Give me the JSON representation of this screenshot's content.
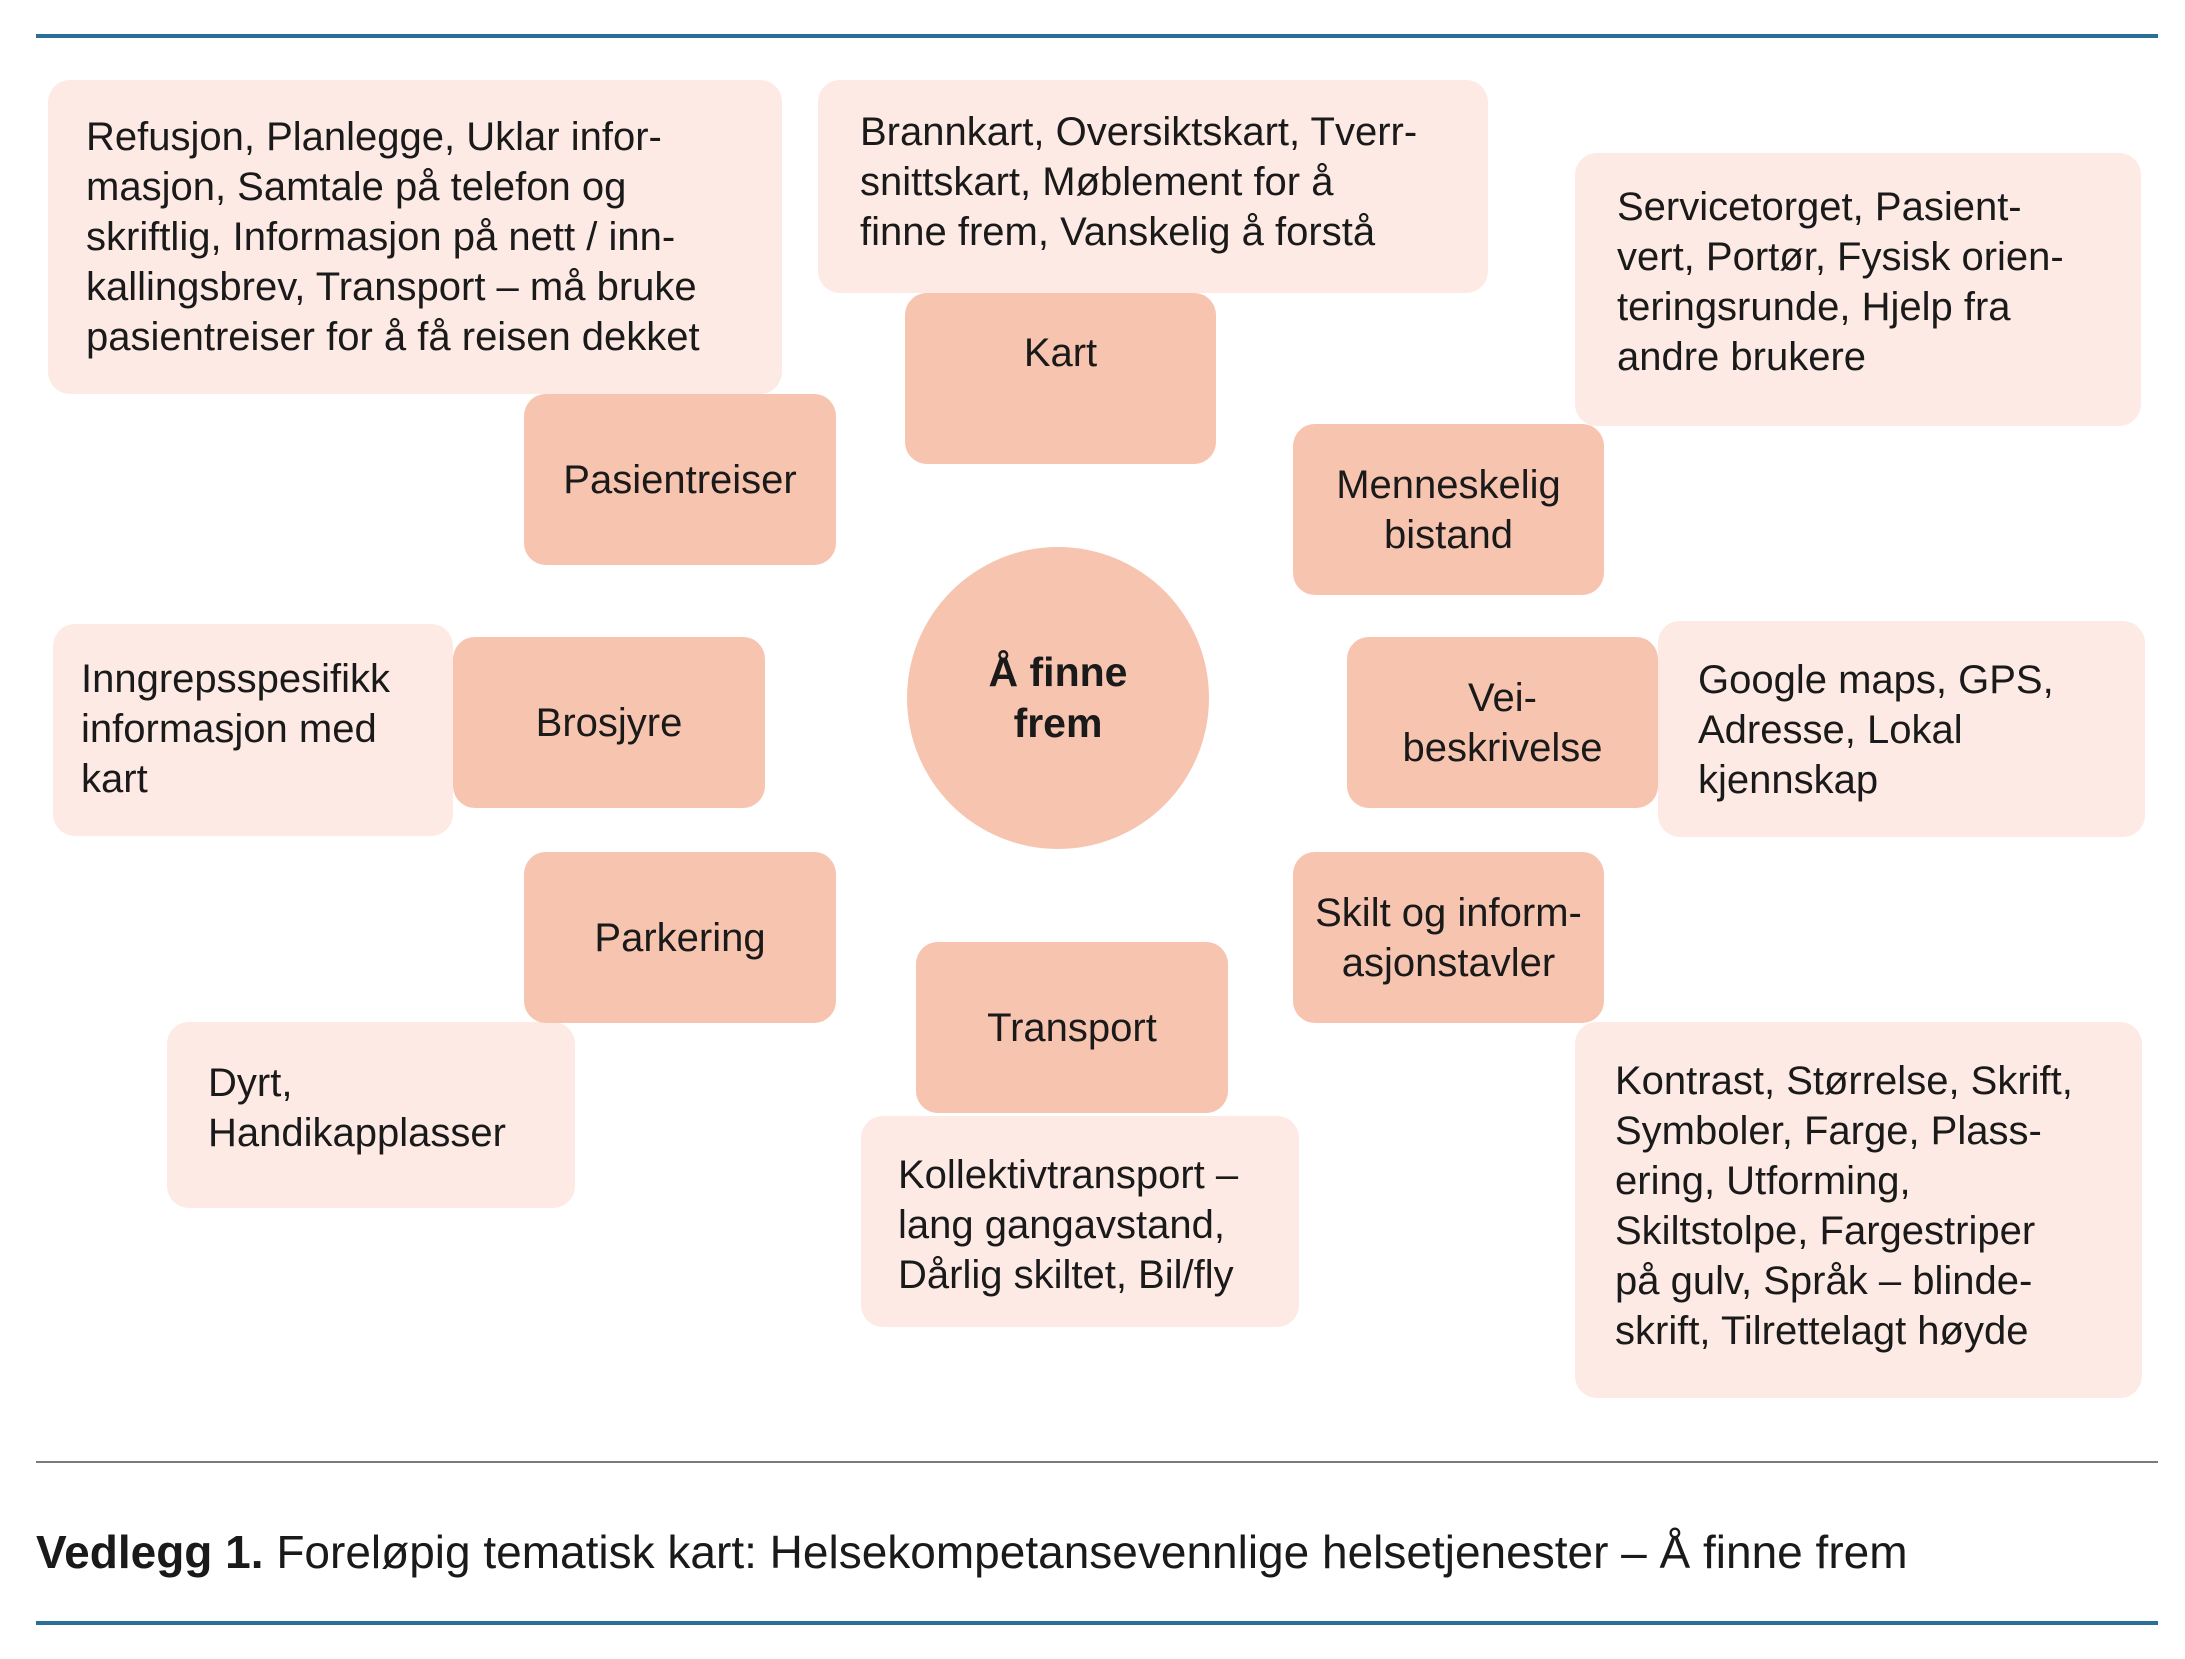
{
  "center": {
    "label": "Å finne\nfrem"
  },
  "themes": {
    "kart": "Kart",
    "pasientreiser": "Pasientreiser",
    "menneskelig_bistand": "Menneskelig\nbistand",
    "brosjyre": "Brosjyre",
    "veibeskrivelse": "Vei-\nbeskrivelse",
    "parkering": "Parkering",
    "skilt": "Skilt og inform-\nasjonstavler",
    "transport": "Transport"
  },
  "details": {
    "pasientreiser": "Refusjon, Planlegge, Uklar infor-\nmasjon, Samtale på telefon og\nskriftlig, Informasjon på nett / inn-\nkallingsbrev, Transport – må bruke\npasientreiser for å få reisen dekket",
    "kart": "Brannkart, Oversiktskart, Tverr-\nsnittskart, Møblement for  å\nfinne frem, Vanskelig å forstå",
    "menneskelig_bistand": "Servicetorget, Pasient-\nvert, Portør, Fysisk orien-\nteringsrunde, Hjelp fra\nandre brukere",
    "brosjyre": "Inngrepsspesifikk\ninformasjon med\nkart",
    "veibeskrivelse": "Google maps, GPS,\nAdresse, Lokal\nkjennskap",
    "parkering": "Dyrt,\nHandikapplasser",
    "transport": "Kollektivtransport –\nlang gangavstand,\nDårlig skiltet, Bil/fly",
    "skilt": "Kontrast, Størrelse, Skrift,\nSymboler, Farge, Plass-\nering, Utforming,\nSkiltstolpe, Fargestriper\npå gulv, Språk – blinde-\nskrift, Tilrettelagt høyde"
  },
  "caption": {
    "label": "Vedlegg 1.",
    "text": "Foreløpig tematisk kart: Helsekompetansevennlige helsetjenester – Å finne frem"
  },
  "colors": {
    "theme_fill": "#f7c4b0",
    "detail_fill": "#fdeae4",
    "rule_blue": "#2a6f97",
    "rule_grey": "#7a7a7a"
  }
}
